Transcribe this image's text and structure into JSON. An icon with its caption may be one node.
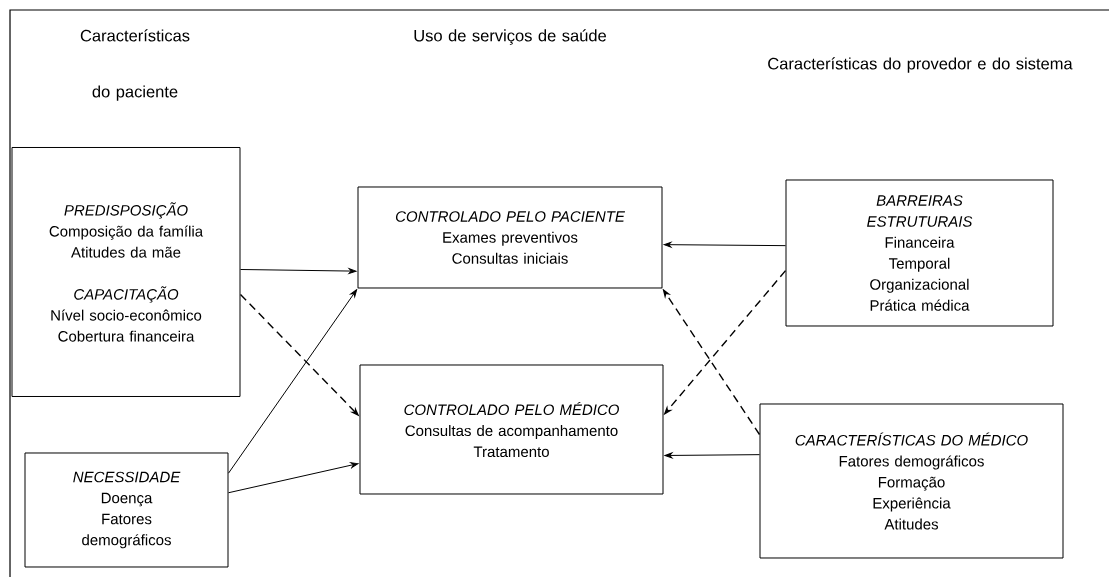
{
  "diagram": {
    "nodes": [
      {
        "text": [
          "PREDISPOSIÇÃO",
          "Composição da família",
          "Atitudes da mãe",
          "CAPACITAÇÃO",
          "Nível socio-econômico",
          "Cobertura financeira"
        ]
      },
      {
        "text": [
          "NECESSIDADE",
          "Doença",
          "Fatores demográficos"
        ]
      },
      {
        "text": [
          "CONTROLADO PELO PACIENTE",
          "Exames preventivos",
          "Consultas iniciais"
        ]
      },
      {
        "text": [
          "CONTROLADO PELO MÉDICO",
          "Consultas de acompanhamento",
          "Tratamento"
        ]
      },
      {
        "text": [
          "BARREIRAS ESTRUTURAIS",
          "Financeira",
          "Temporal",
          "Organizacional",
          "Prática médica"
        ]
      },
      {
        "text": [
          "CARACTERÍSTICAS DO MÉDICO",
          "Fatores demográficos",
          "Formação",
          "Experiência",
          "Atitudes"
        ]
      }
    ],
    "edges": [
      {
        "from": 0,
        "to": 2,
        "arrow": "to"
      },
      {
        "from": 0,
        "to": 3,
        "arrow": "to",
        "style": "dashed"
      },
      {
        "from": 1,
        "to": 2,
        "arrow": "to"
      },
      {
        "from": 1,
        "to": 3,
        "arrow": "to"
      },
      {
        "from": 4,
        "to": 2,
        "arrow": "to"
      },
      {
        "from": 4,
        "to": 3,
        "arrow": "to",
        "style": "dashed"
      },
      {
        "from": 5,
        "to": 3,
        "arrow": "to"
      },
      {
        "from": 5,
        "to": 2,
        "arrow": "to",
        "style": "dashed"
      }
    ],
    "labels": [
      "Características do paciente",
      "Uso de serviços de saúde",
      "Características do provedor e do sistema"
    ]
  }
}
